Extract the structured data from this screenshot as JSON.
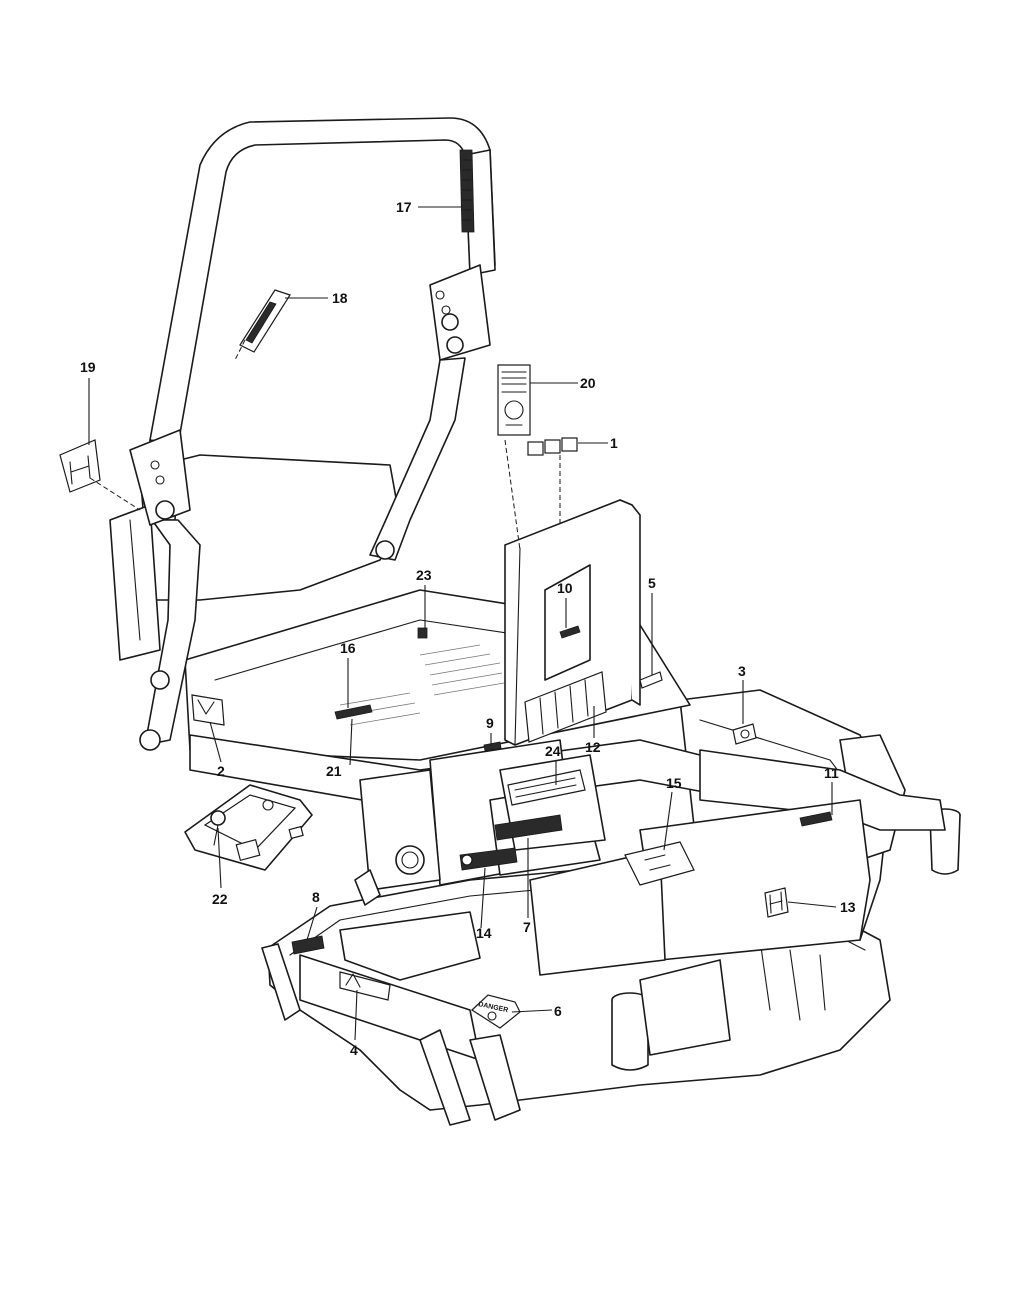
{
  "callouts": [
    {
      "id": "1",
      "label": "1"
    },
    {
      "id": "2",
      "label": "2"
    },
    {
      "id": "3",
      "label": "3"
    },
    {
      "id": "4",
      "label": "4"
    },
    {
      "id": "5",
      "label": "5"
    },
    {
      "id": "6",
      "label": "6"
    },
    {
      "id": "7",
      "label": "7"
    },
    {
      "id": "8",
      "label": "8"
    },
    {
      "id": "9",
      "label": "9"
    },
    {
      "id": "10",
      "label": "10"
    },
    {
      "id": "11",
      "label": "11"
    },
    {
      "id": "12",
      "label": "12"
    },
    {
      "id": "13",
      "label": "13"
    },
    {
      "id": "14",
      "label": "14"
    },
    {
      "id": "15",
      "label": "15"
    },
    {
      "id": "16",
      "label": "16"
    },
    {
      "id": "17",
      "label": "17"
    },
    {
      "id": "18",
      "label": "18"
    },
    {
      "id": "19",
      "label": "19"
    },
    {
      "id": "20",
      "label": "20"
    },
    {
      "id": "21",
      "label": "21"
    },
    {
      "id": "22",
      "label": "22"
    },
    {
      "id": "23",
      "label": "23"
    },
    {
      "id": "24",
      "label": "24"
    }
  ],
  "decal_text": {
    "danger": "DANGER"
  },
  "colors": {
    "line": "#1a1a1a",
    "background": "#ffffff"
  }
}
